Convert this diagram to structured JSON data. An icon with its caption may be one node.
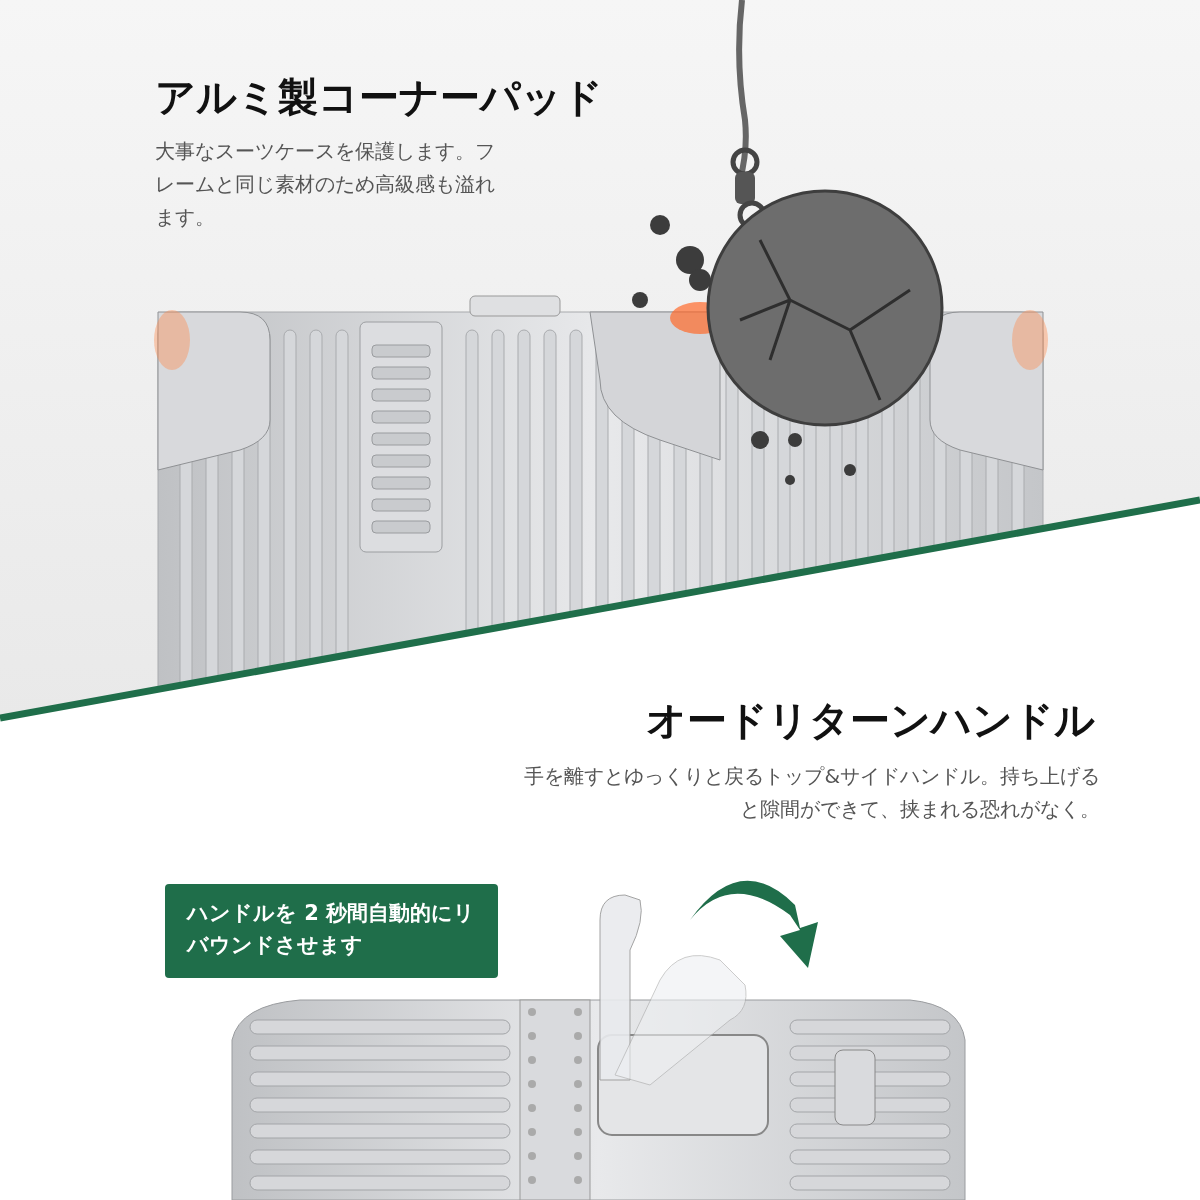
{
  "diagram": {
    "nodes": [
      {
        "text": [
          "ハンドルを 2 秒間自動的にリバウンドさせます"
        ]
      }
    ],
    "labels": [
      "アルミ製コーナーパッド",
      "大事なスーツケースを保護します。フレームと同じ素材のため高級感も溢れます。",
      "オードリターンハンドル",
      "手を離すとゆっくりと戻るトップ&サイドハンドル。持ち上げると隙間ができて、挟まれる恐れがなく。"
    ]
  }
}
